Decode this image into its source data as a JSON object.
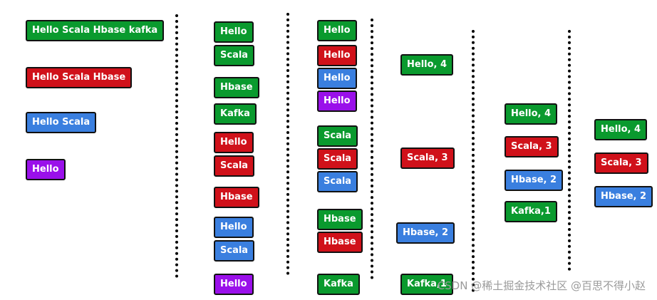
{
  "colors": {
    "green": "#0a9a2e",
    "red": "#d0111a",
    "blue": "#3a7fdf",
    "purple": "#9a10ea"
  },
  "stage1": [
    {
      "text": "Hello Scala Hbase kafka",
      "color": "green"
    },
    {
      "text": "Hello Scala Hbase",
      "color": "red"
    },
    {
      "text": "Hello Scala",
      "color": "blue"
    },
    {
      "text": "Hello",
      "color": "purple"
    }
  ],
  "stage2": [
    {
      "text": "Hello",
      "color": "green"
    },
    {
      "text": "Scala",
      "color": "green"
    },
    {
      "text": "Hbase",
      "color": "green"
    },
    {
      "text": "Kafka",
      "color": "green"
    },
    {
      "text": "Hello",
      "color": "red"
    },
    {
      "text": "Scala",
      "color": "red"
    },
    {
      "text": "Hbase",
      "color": "red"
    },
    {
      "text": "Hello",
      "color": "blue"
    },
    {
      "text": "Scala",
      "color": "blue"
    },
    {
      "text": "Hello",
      "color": "purple"
    }
  ],
  "stage3": [
    {
      "text": "Hello",
      "color": "green"
    },
    {
      "text": "Hello",
      "color": "red"
    },
    {
      "text": "Hello",
      "color": "blue"
    },
    {
      "text": "Hello",
      "color": "purple"
    },
    {
      "text": "Scala",
      "color": "green"
    },
    {
      "text": "Scala",
      "color": "red"
    },
    {
      "text": "Scala",
      "color": "blue"
    },
    {
      "text": "Hbase",
      "color": "green"
    },
    {
      "text": "Hbase",
      "color": "red"
    },
    {
      "text": "Kafka",
      "color": "green"
    }
  ],
  "stage4": [
    {
      "text": "Hello, 4",
      "color": "green"
    },
    {
      "text": "Scala, 3",
      "color": "red"
    },
    {
      "text": "Hbase, 2",
      "color": "blue"
    },
    {
      "text": "Kafka,1",
      "color": "green"
    }
  ],
  "stage5": [
    {
      "text": "Hello, 4",
      "color": "green"
    },
    {
      "text": "Scala, 3",
      "color": "red"
    },
    {
      "text": "Hbase, 2",
      "color": "blue"
    },
    {
      "text": "Kafka,1",
      "color": "green"
    }
  ],
  "stage6": [
    {
      "text": "Hello, 4",
      "color": "green"
    },
    {
      "text": "Scala, 3",
      "color": "red"
    },
    {
      "text": "Hbase, 2",
      "color": "blue"
    }
  ],
  "watermark": "CSDN @稀土掘金技术社区 @百思不得小赵"
}
